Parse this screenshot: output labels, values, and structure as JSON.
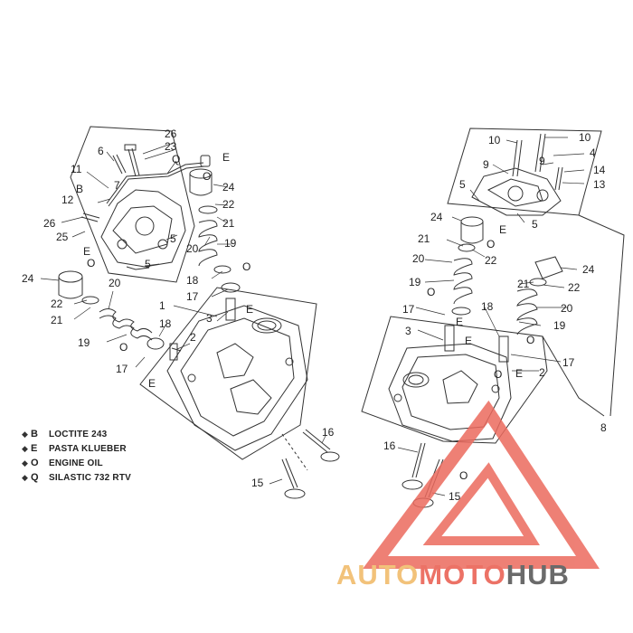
{
  "legend": [
    {
      "code": "B",
      "text": "LOCTITE 243"
    },
    {
      "code": "E",
      "text": "PASTA KLUEBER"
    },
    {
      "code": "O",
      "text": "ENGINE OIL"
    },
    {
      "code": "Q",
      "text": "SILASTIC 732 RTV"
    }
  ],
  "brand": {
    "part1": "AUTO",
    "part2": "MOTO",
    "part3": "HUB"
  },
  "colors": {
    "line": "#333333",
    "brand_auto": "#f2c27a",
    "brand_moto": "#ec7266",
    "brand_hub": "#6a6a6a",
    "triangle": "#ec6a5e"
  },
  "callouts": [
    {
      "t": "26"
    },
    {
      "t": "23"
    },
    {
      "t": "6"
    },
    {
      "t": "Q"
    },
    {
      "t": "E"
    },
    {
      "t": "11"
    },
    {
      "t": "7"
    },
    {
      "t": "B"
    },
    {
      "t": "O"
    },
    {
      "t": "24"
    },
    {
      "t": "12"
    },
    {
      "t": "22"
    },
    {
      "t": "21"
    },
    {
      "t": "26"
    },
    {
      "t": "5"
    },
    {
      "t": "25"
    },
    {
      "t": "20"
    },
    {
      "t": "19"
    },
    {
      "t": "E"
    },
    {
      "t": "5"
    },
    {
      "t": "O"
    },
    {
      "t": "24"
    },
    {
      "t": "O"
    },
    {
      "t": "18"
    },
    {
      "t": "20"
    },
    {
      "t": "17"
    },
    {
      "t": "22"
    },
    {
      "t": "1"
    },
    {
      "t": "E"
    },
    {
      "t": "21"
    },
    {
      "t": "3"
    },
    {
      "t": "18"
    },
    {
      "t": "19"
    },
    {
      "t": "O"
    },
    {
      "t": "2"
    },
    {
      "t": "17"
    },
    {
      "t": "E"
    },
    {
      "t": "16"
    },
    {
      "t": "15"
    },
    {
      "t": "10"
    },
    {
      "t": "10"
    },
    {
      "t": "4"
    },
    {
      "t": "9"
    },
    {
      "t": "9"
    },
    {
      "t": "14"
    },
    {
      "t": "13"
    },
    {
      "t": "5"
    },
    {
      "t": "5"
    },
    {
      "t": "24"
    },
    {
      "t": "E"
    },
    {
      "t": "O"
    },
    {
      "t": "21"
    },
    {
      "t": "22"
    },
    {
      "t": "20"
    },
    {
      "t": "O"
    },
    {
      "t": "E"
    },
    {
      "t": "19"
    },
    {
      "t": "24"
    },
    {
      "t": "21"
    },
    {
      "t": "22"
    },
    {
      "t": "17"
    },
    {
      "t": "O"
    },
    {
      "t": "20"
    },
    {
      "t": "18"
    },
    {
      "t": "19"
    },
    {
      "t": "3"
    },
    {
      "t": "E"
    },
    {
      "t": "O"
    },
    {
      "t": "17"
    },
    {
      "t": "E"
    },
    {
      "t": "2"
    },
    {
      "t": "8"
    },
    {
      "t": "16"
    },
    {
      "t": "O"
    },
    {
      "t": "15"
    }
  ]
}
